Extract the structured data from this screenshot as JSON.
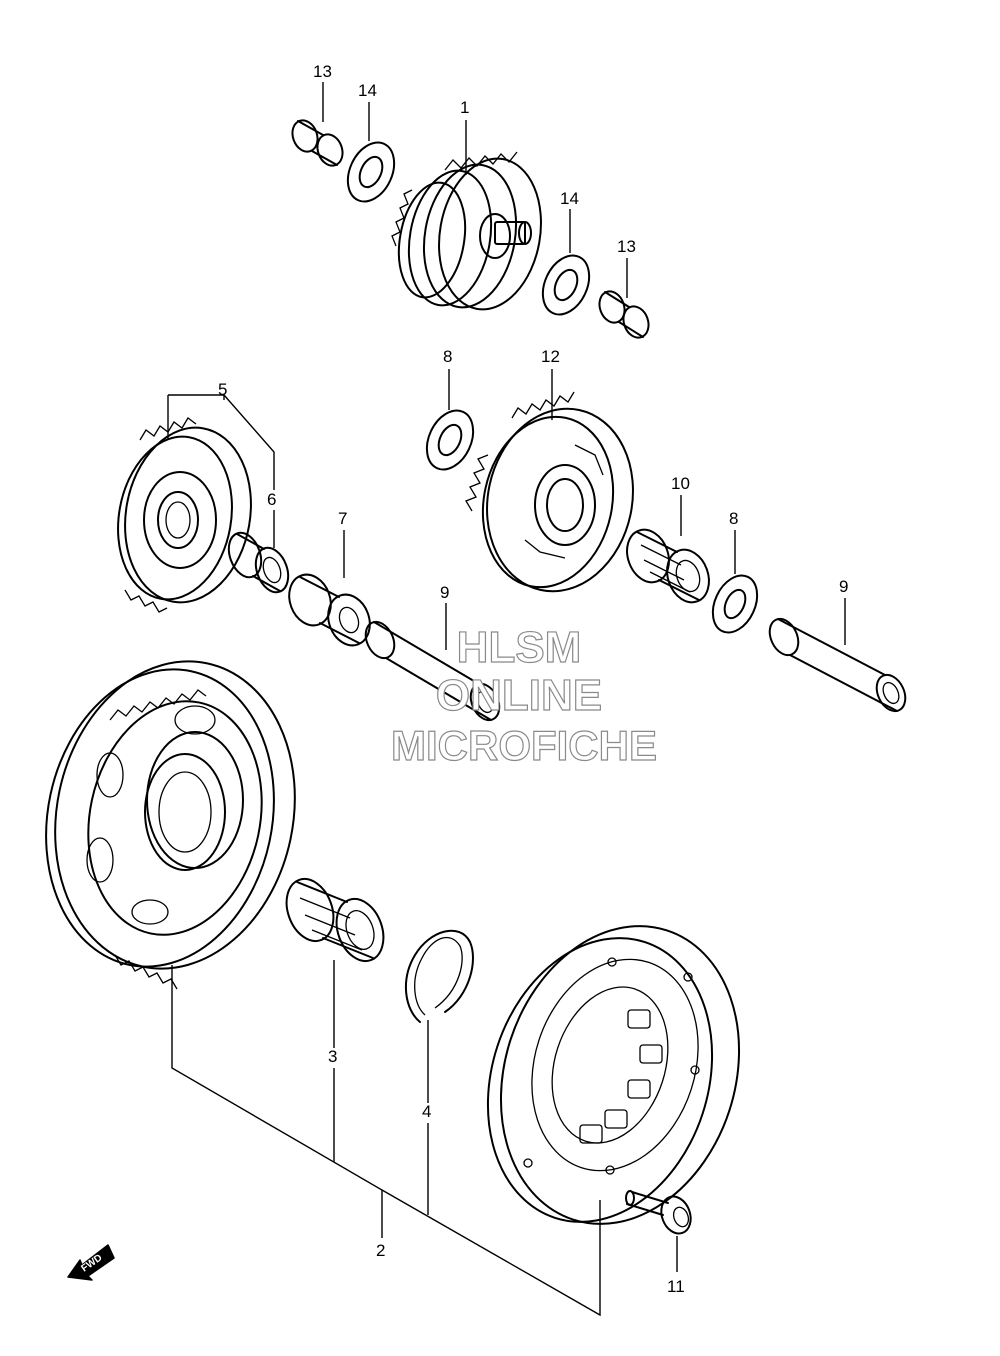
{
  "diagram": {
    "callouts": {
      "c1": "1",
      "c2": "2",
      "c3": "3",
      "c4": "4",
      "c5": "5",
      "c6": "6",
      "c7": "7",
      "c8a": "8",
      "c8b": "8",
      "c9a": "9",
      "c9b": "9",
      "c10": "10",
      "c11": "11",
      "c12": "12",
      "c13a": "13",
      "c13b": "13",
      "c14a": "14",
      "c14b": "14"
    },
    "watermark": {
      "line1": "HLSM",
      "line2": "ONLINE",
      "line3": "MICROFICHE",
      "color": "#8a8a8a"
    },
    "fwd_label": "FWD",
    "ink_color": "#000000"
  }
}
